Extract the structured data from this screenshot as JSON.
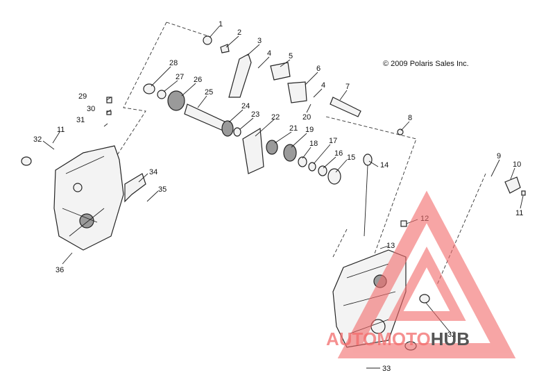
{
  "copyright": "© 2009 Polaris Sales Inc.",
  "watermark": {
    "word_accent": "AUTOMOTO",
    "word_dark": "HUB",
    "accent_color": "#f26b6b",
    "dark_color": "#555555"
  },
  "callouts": [
    "1",
    "2",
    "3",
    "4",
    "5",
    "6",
    "4",
    "7",
    "8",
    "28",
    "27",
    "26",
    "25",
    "24",
    "23",
    "22",
    "21",
    "19",
    "18",
    "17",
    "16",
    "15",
    "14",
    "20",
    "29",
    "30",
    "31",
    "11",
    "32",
    "34",
    "35",
    "36",
    "9",
    "10",
    "11",
    "12",
    "13",
    "32",
    "33"
  ]
}
